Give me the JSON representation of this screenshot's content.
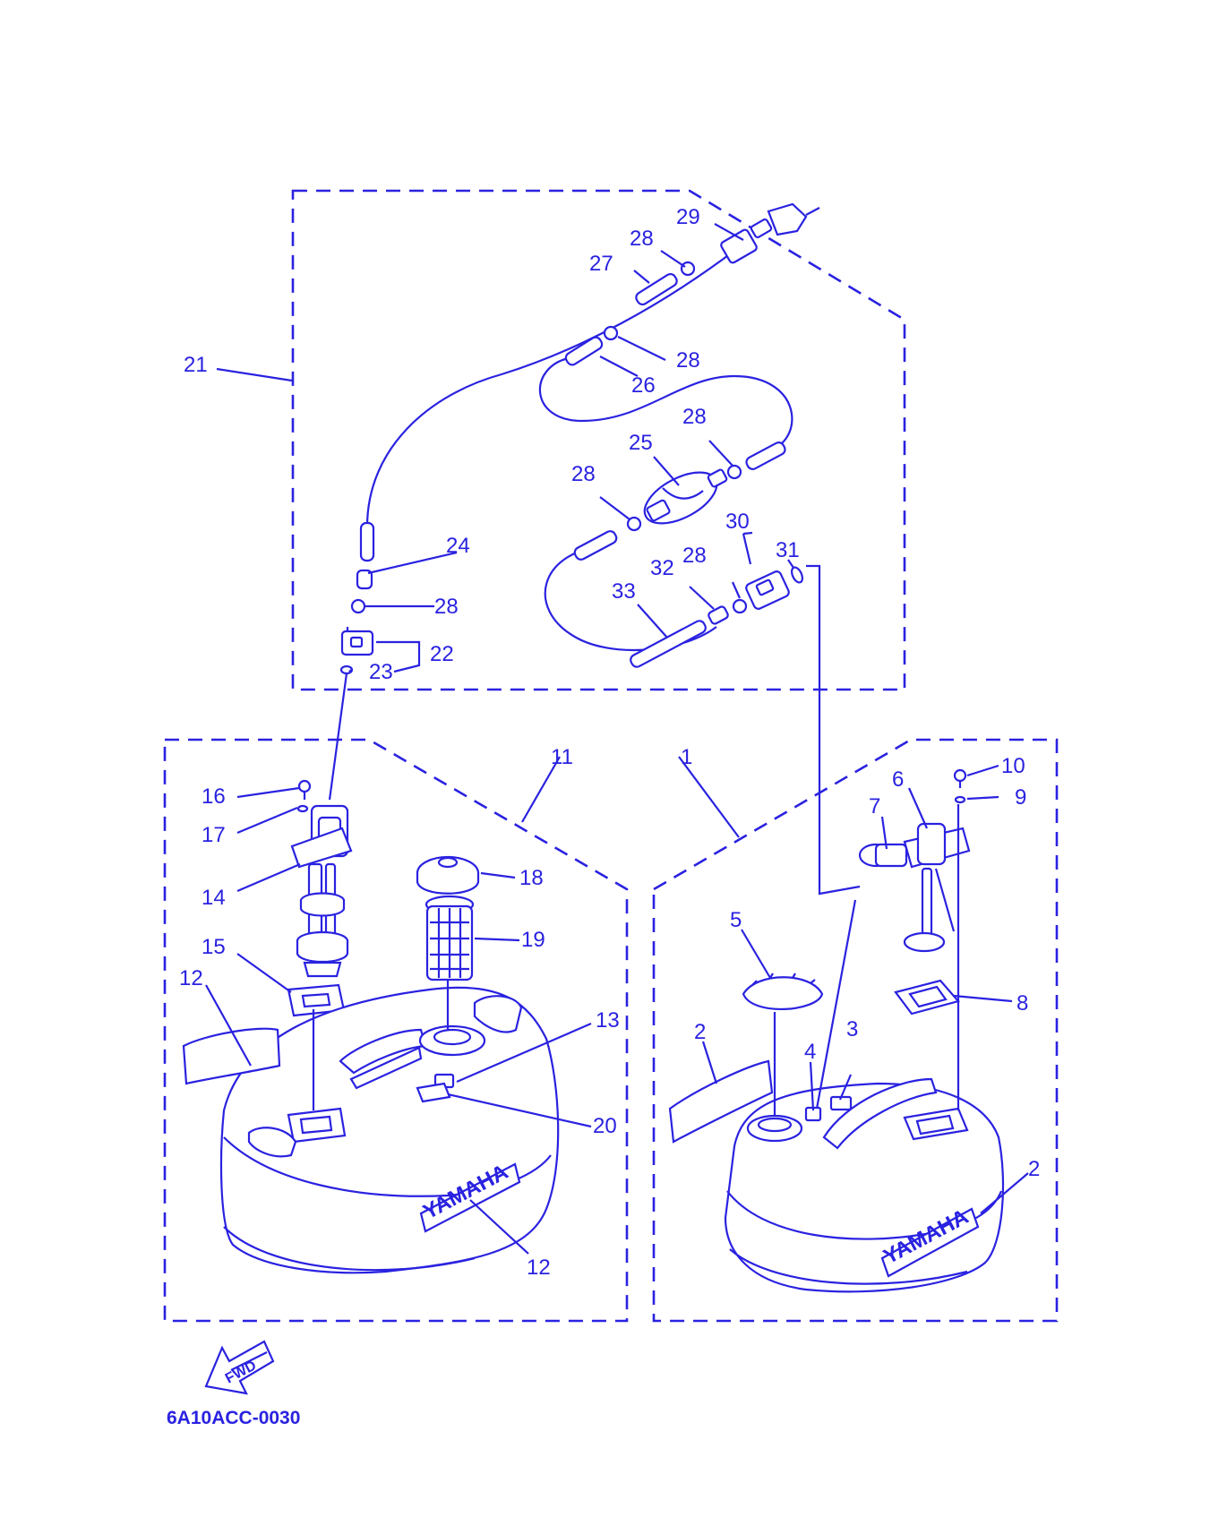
{
  "colors": {
    "ink": "#2a22e0",
    "background": "#ffffff"
  },
  "callouts": {
    "c1": "1",
    "c2a": "2",
    "c2b": "2",
    "c3": "3",
    "c4": "4",
    "c5": "5",
    "c6": "6",
    "c7": "7",
    "c8": "8",
    "c9": "9",
    "c10": "10",
    "c11": "11",
    "c12a": "12",
    "c12b": "12",
    "c13": "13",
    "c14": "14",
    "c15": "15",
    "c16": "16",
    "c17": "17",
    "c18": "18",
    "c19": "19",
    "c20": "20",
    "c21": "21",
    "c22": "22",
    "c23": "23",
    "c24": "24",
    "c25": "25",
    "c26": "26",
    "c27": "27",
    "c28a": "28",
    "c28b": "28",
    "c28c": "28",
    "c28d": "28",
    "c28e": "28",
    "c28f": "28",
    "c29": "29",
    "c30": "30",
    "c31": "31",
    "c32": "32",
    "c33": "33"
  },
  "tank_logo_left": "YAMAHA",
  "tank_logo_right": "YAMAHA",
  "fwd_label": "FWD",
  "drawing_code": "6A10ACC-0030"
}
